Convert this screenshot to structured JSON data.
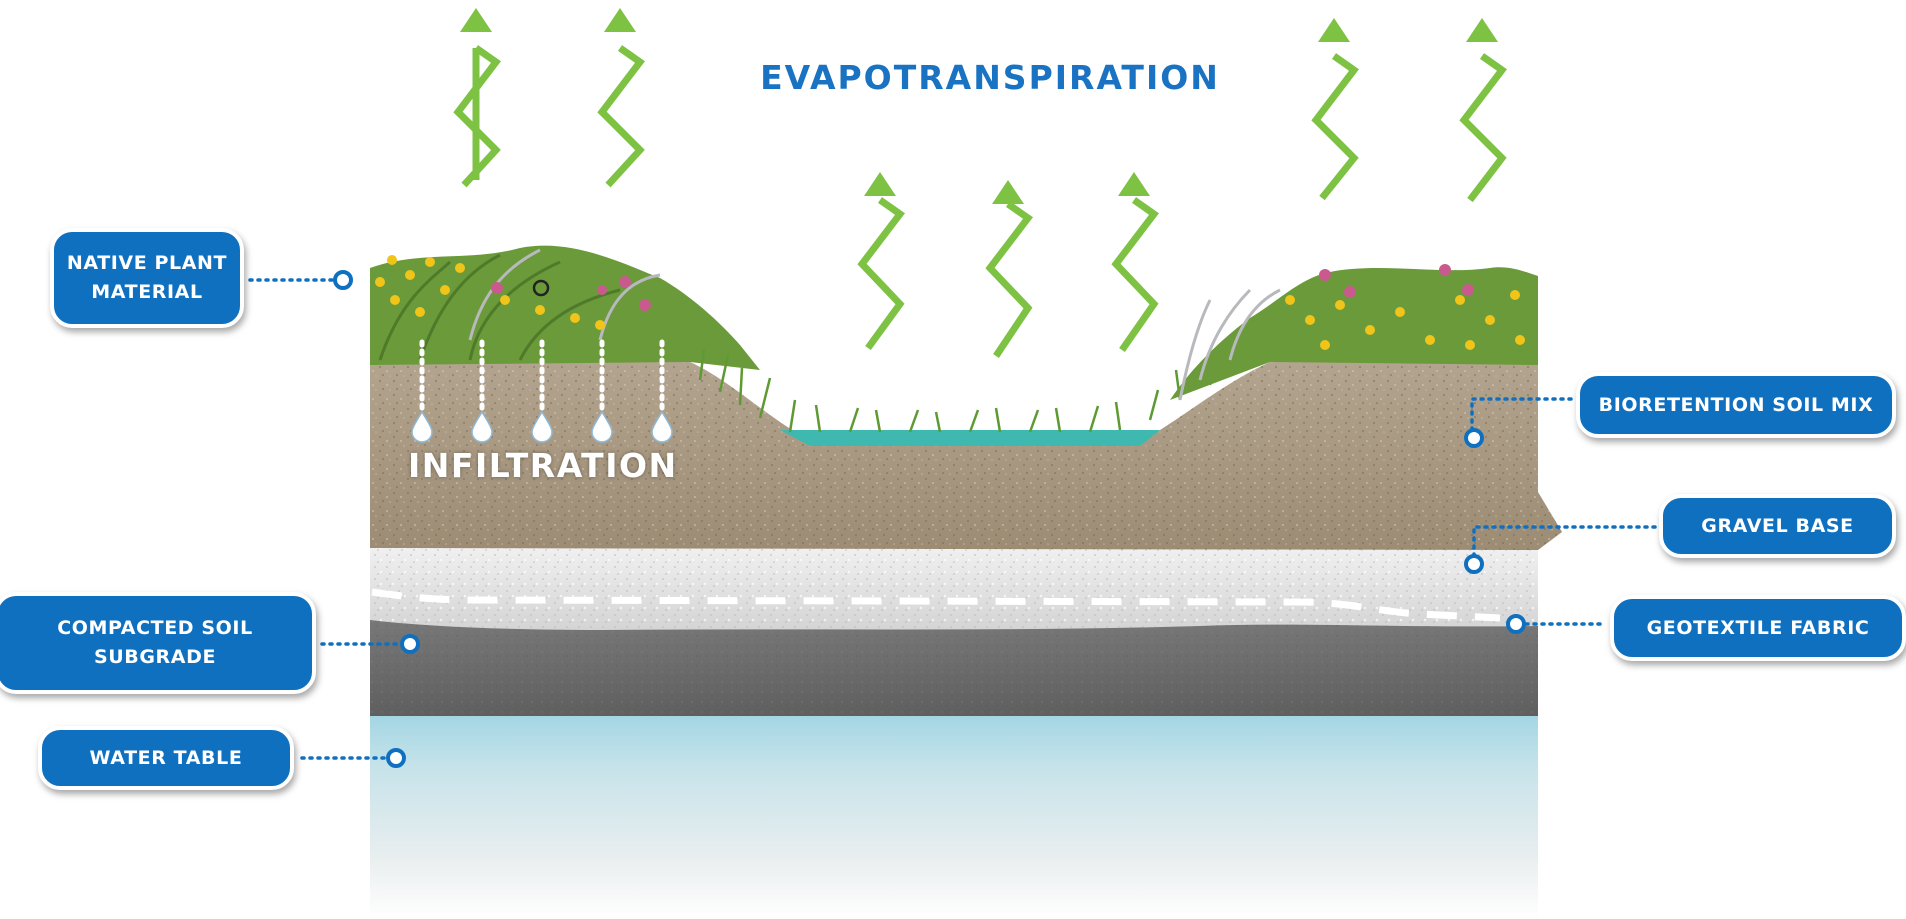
{
  "title": "EVAPOTRANSPIRATION",
  "process_label": "INFILTRATION",
  "labels": {
    "native_plant_material": "NATIVE PLANT MATERIAL",
    "compacted_soil_subgrade": "COMPACTED SOIL SUBGRADE",
    "water_table": "WATER TABLE",
    "bioretention_soil_mix": "BIORETENTION SOIL MIX",
    "gravel_base": "GRAVEL BASE",
    "geotextile_fabric": "GEOTEXTILE FABRIC"
  },
  "colors": {
    "accent_blue": "#1070c0",
    "arrow_green": "#7dc242",
    "soil": "#a8977f",
    "gravel": "#e6e6e6",
    "subgrade": "#6d6d6d",
    "water_table": "#a9d8e4",
    "pond_water": "#3fb8b0"
  }
}
